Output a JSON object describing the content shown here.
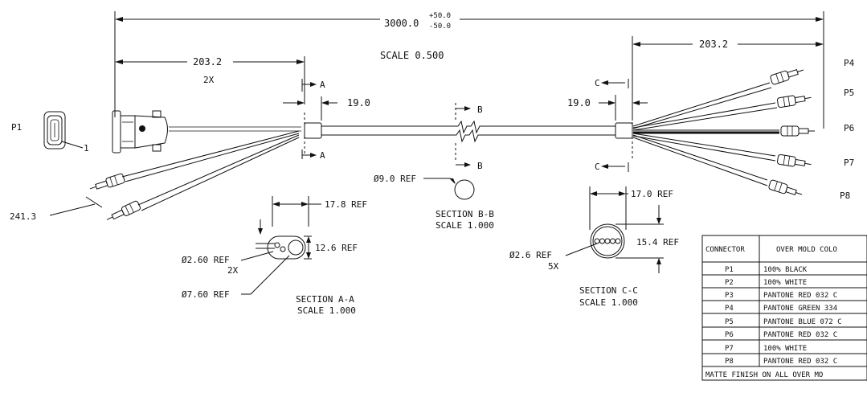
{
  "dimensions": {
    "overall": "3000.0",
    "overall_tol_plus": "+50.0",
    "overall_tol_minus": "-50.0",
    "left_breakout": "203.2",
    "left_breakout_qty": "2X",
    "right_breakout": "203.2",
    "left_boot": "19.0",
    "right_boot": "19.0",
    "lower_lead": "241.3"
  },
  "scale_main": "SCALE  0.500",
  "section_markers": {
    "a": "A",
    "b": "B",
    "c": "C"
  },
  "connector_labels": {
    "p1": "P1",
    "p1_pin": "1",
    "p4": "P4",
    "p5": "P5",
    "p6": "P6",
    "p7": "P7",
    "p8": "P8"
  },
  "section_aa": {
    "title": "SECTION  A-A",
    "scale": "SCALE  1.000",
    "width": "17.8 REF",
    "height": "12.6 REF",
    "small_dia": "Ø2.60 REF",
    "small_qty": "2X",
    "large_dia": "Ø7.60 REF"
  },
  "section_bb": {
    "title": "SECTION  B-B",
    "scale": "SCALE  1.000",
    "dia": "Ø9.0 REF"
  },
  "section_cc": {
    "title": "SECTION  C-C",
    "scale": "SCALE  1.000",
    "width": "17.0 REF",
    "height": "15.4 REF",
    "dia": "Ø2.6 REF",
    "qty": "5X"
  },
  "color_table": {
    "headers": [
      "CONNECTOR",
      "OVER MOLD COLO"
    ],
    "rows": [
      [
        "P1",
        "100% BLACK"
      ],
      [
        "P2",
        "100% WHITE"
      ],
      [
        "P3",
        "PANTONE RED 032 C"
      ],
      [
        "P4",
        "PANTONE GREEN 334"
      ],
      [
        "P5",
        "PANTONE BLUE 072 C"
      ],
      [
        "P6",
        "PANTONE RED 032 C"
      ],
      [
        "P7",
        "100% WHITE"
      ],
      [
        "P8",
        "PANTONE RED 032 C"
      ]
    ],
    "footer": "MATTE FINISH ON ALL OVER MO"
  }
}
